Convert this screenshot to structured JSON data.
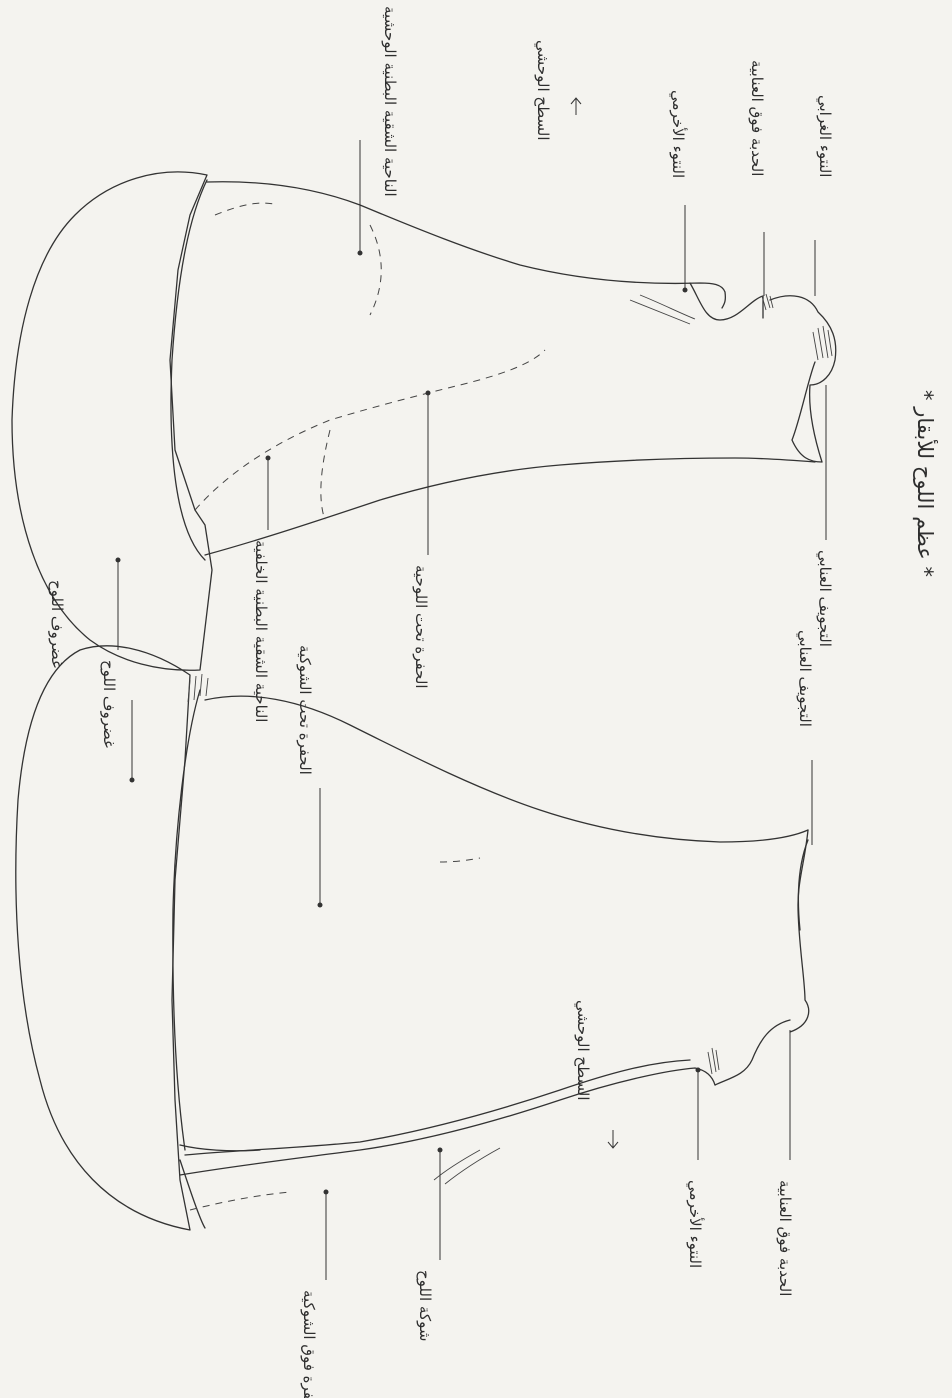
{
  "caption": "* عظم اللوح للأبقار *",
  "upper_view": {
    "labels": {
      "supraspinous_fossa": "الناحية الشقية البطنية الوحشية",
      "lateral_surface": "السطح الوحشي",
      "coracoid_process": "النتوء الغرابي",
      "acromion": "النتوء الأخرمي",
      "supraglenoid_tubercle": "الحدبة فوق العنابية",
      "glenoid_cavity": "التجويف العنابي",
      "caudal_border_region": "الناحية الشقية البطنية الخلفية",
      "infraspinous_fossa": "الحفرة تحت اللوحية",
      "scapular_cartilage": "غضروف اللوح"
    }
  },
  "lower_view": {
    "labels": {
      "scapular_cartilage": "غضروف اللوح",
      "infraspinous_fossa": "الحفرة تحت الشوكية",
      "lateral_surface": "السطح الوحشي",
      "glenoid_cavity": "التجويف العنابي",
      "supraspinous_fossa": "الحفرة فوق الشوكية",
      "scapular_spine": "شوكة اللوح",
      "acromion": "النتوء الأخرمي",
      "supraglenoid_tubercle": "الحدبة فوق العنابية"
    }
  }
}
